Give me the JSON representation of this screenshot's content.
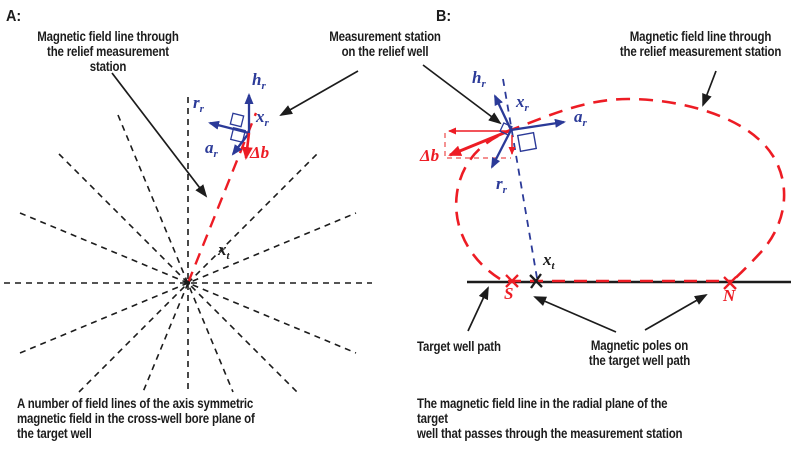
{
  "figure": {
    "panel_a": {
      "tag": "A:",
      "field_line_label": "Magnetic field line through\nthe relief measurement station",
      "caption": "A number of field lines of the axis symmetric\nmagnetic field in the cross-well bore plane of\nthe target well",
      "target_point": {
        "sym": "x",
        "sub": "t"
      }
    },
    "measurement_station_label": "Measurement station\non the relief well",
    "panel_b": {
      "tag": "B:",
      "field_line_label": "Magnetic field line through\nthe relief measurement station",
      "caption": "The magnetic field line in the radial plane of the target\nwell that passes through the measurement station",
      "target_well_path_label": "Target well path",
      "poles_label": "Magnetic poles on\nthe target well path",
      "south_pole": "S",
      "north_pole": "N",
      "target_point": {
        "sym": "x",
        "sub": "t"
      }
    },
    "vectors": {
      "h": {
        "sym": "h",
        "sub": "r"
      },
      "r": {
        "sym": "r",
        "sub": "r"
      },
      "a": {
        "sym": "a",
        "sub": "r"
      },
      "x": {
        "sym": "x",
        "sub": "r"
      },
      "delta_b": "Δb"
    },
    "colors": {
      "black": "#1c1c1c",
      "red": "#ed1c24",
      "blue": "#2b3a98",
      "light_red": "#f28080",
      "background": "#ffffff"
    }
  }
}
